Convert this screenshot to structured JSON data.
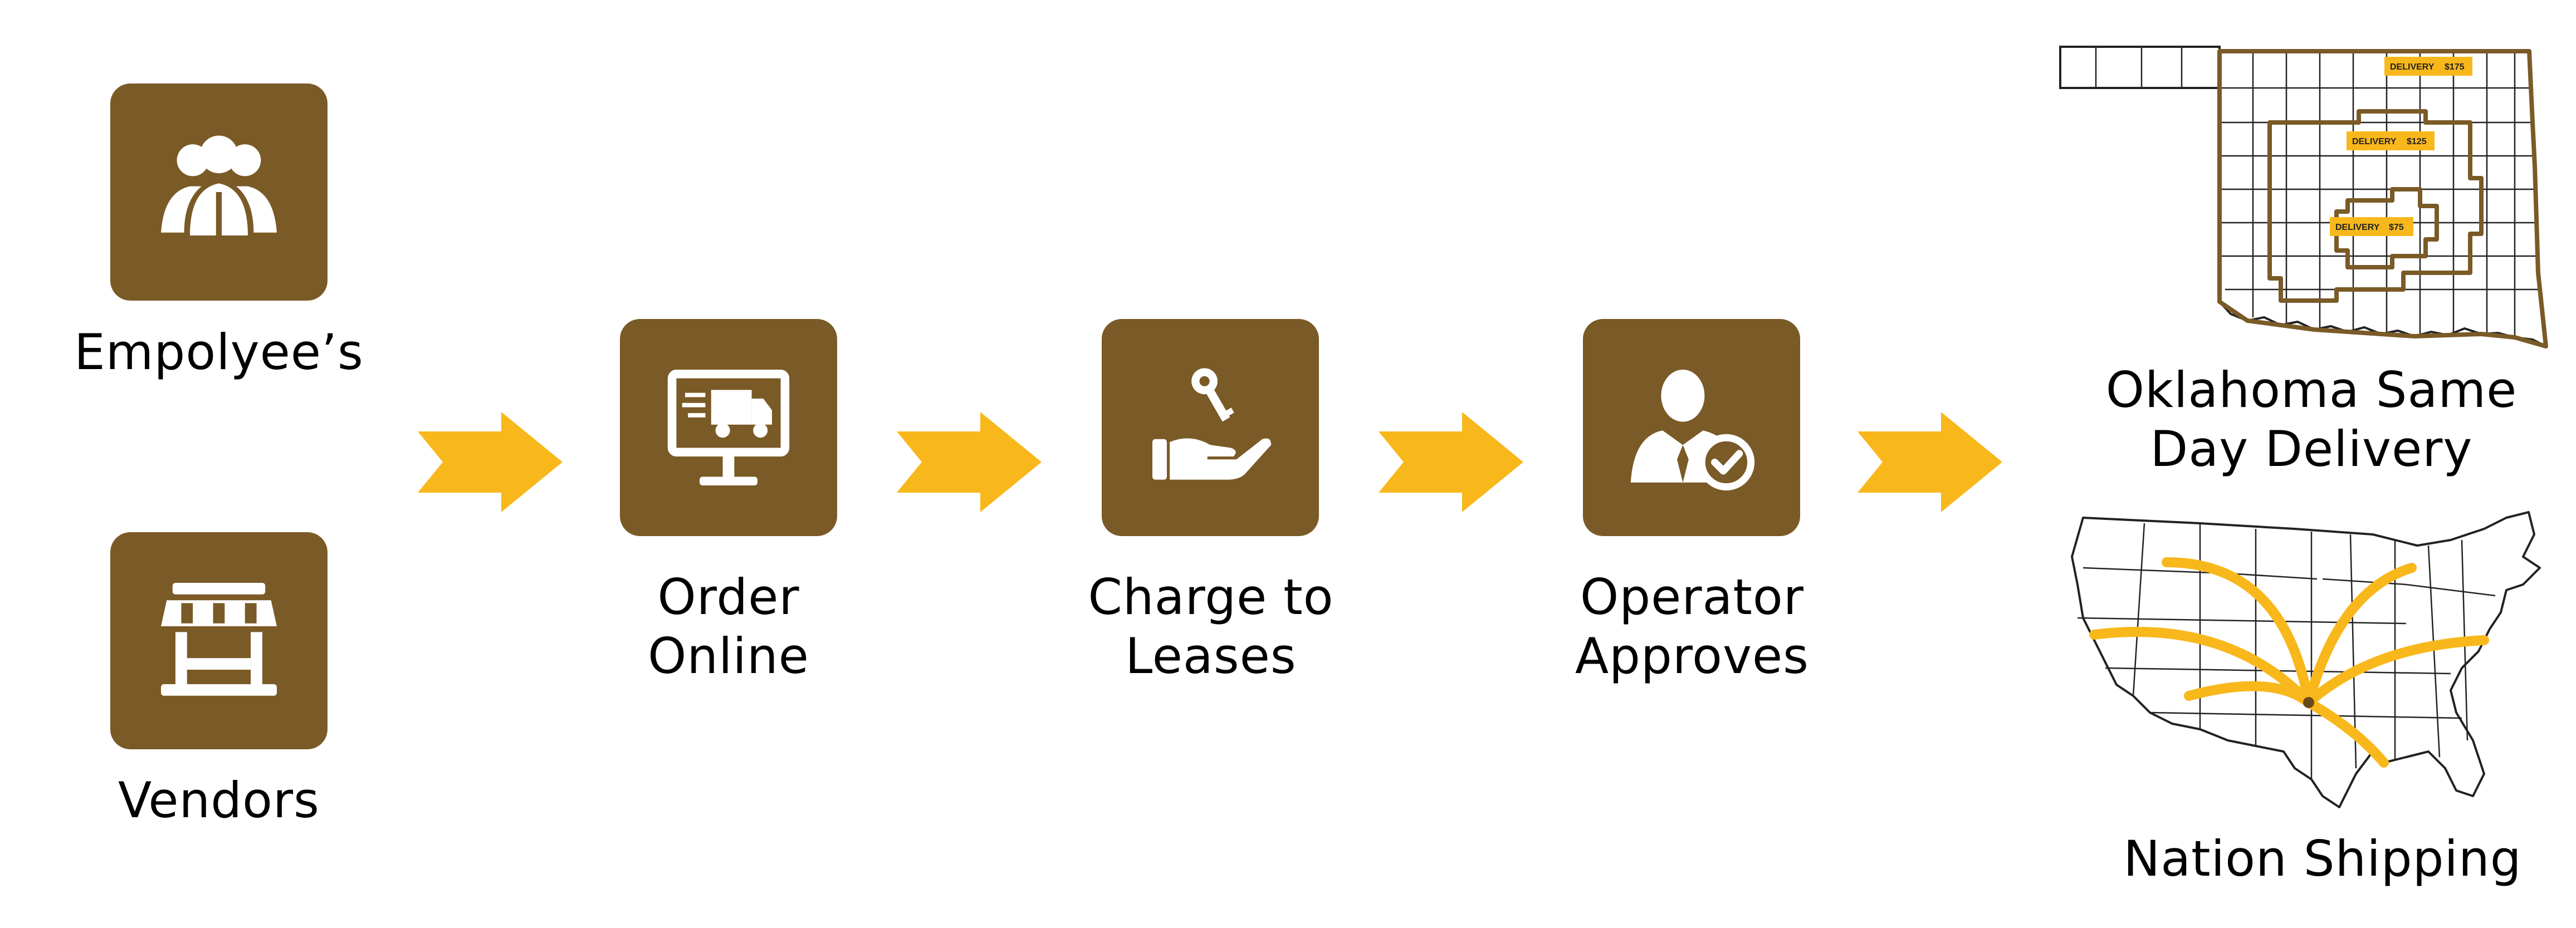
{
  "sources": [
    {
      "id": "employees",
      "label": "Empolyee’s",
      "icon": "group-icon"
    },
    {
      "id": "vendors",
      "label": "Vendors",
      "icon": "storefront-icon"
    }
  ],
  "steps": [
    {
      "id": "order-online",
      "line1": "Order",
      "line2": "Online",
      "icon": "delivery-truck-monitor-icon"
    },
    {
      "id": "charge-to-leases",
      "line1": "Charge to",
      "line2": "Leases",
      "icon": "hand-key-icon"
    },
    {
      "id": "operator-approves",
      "line1": "Operator",
      "line2": "Approves",
      "icon": "approved-user-icon"
    }
  ],
  "outcomes": {
    "oklahoma": {
      "line1": "Oklahoma Same",
      "line2": "Day Delivery",
      "icon": "oklahoma-map-icon",
      "zones": [
        {
          "label": "DELIVERY",
          "price": "$175"
        },
        {
          "label": "DELIVERY",
          "price": "$125"
        },
        {
          "label": "DELIVERY",
          "price": "$75"
        }
      ]
    },
    "nation": {
      "label": "Nation Shipping",
      "icon": "usa-map-icon"
    }
  },
  "colors": {
    "tile": "#7a5a26",
    "arrow": "#f8b81c",
    "map_line": "#222222",
    "zone_line": "#7a5a26"
  }
}
